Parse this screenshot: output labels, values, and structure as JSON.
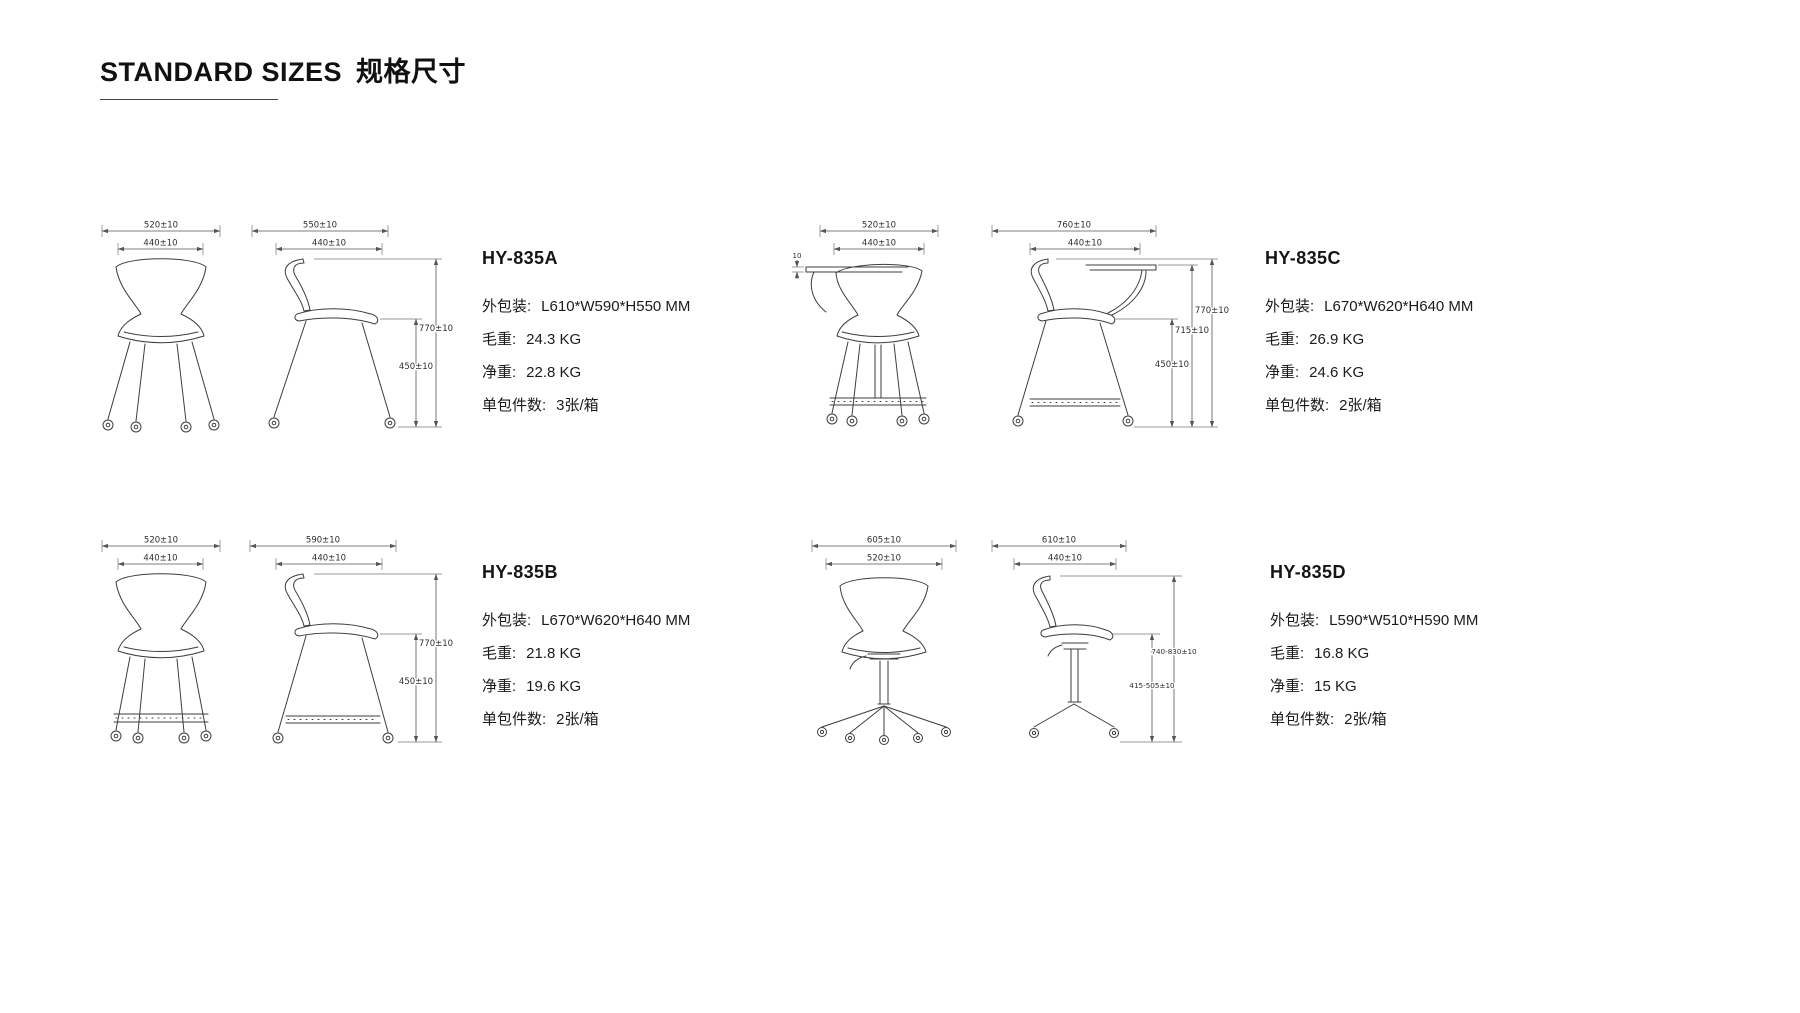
{
  "page": {
    "title_en": "STANDARD SIZES",
    "title_zh": "规格尺寸"
  },
  "labels": {
    "outer": "外包装:",
    "gross": "毛重:",
    "net": "净重:",
    "qty": "单包件数:"
  },
  "products": {
    "a": {
      "model": "HY-835A",
      "outer": "L610*W590*H550 MM",
      "gross": "24.3 KG",
      "net": "22.8 KG",
      "qty": "3张/箱",
      "dims": {
        "front_w": "520±10",
        "front_w_inner": "440±10",
        "side_w": "550±10",
        "side_w_inner": "440±10",
        "h_total": "770±10",
        "h_seat": "450±10"
      }
    },
    "b": {
      "model": "HY-835B",
      "outer": "L670*W620*H640 MM",
      "gross": "21.8 KG",
      "net": "19.6 KG",
      "qty": "2张/箱",
      "dims": {
        "front_w": "520±10",
        "front_w_inner": "440±10",
        "side_w": "590±10",
        "side_w_inner": "440±10",
        "h_total": "770±10",
        "h_seat": "450±10"
      }
    },
    "c": {
      "model": "HY-835C",
      "outer": "L670*W620*H640 MM",
      "gross": "26.9 KG",
      "net": "24.6 KG",
      "qty": "2张/箱",
      "dims": {
        "front_w": "520±10",
        "front_w_inner": "440±10",
        "tablet_offset": "10",
        "side_w": "760±10",
        "side_w_inner": "440±10",
        "h_total": "770±10",
        "h_tablet": "715±10",
        "h_seat": "450±10"
      }
    },
    "d": {
      "model": "HY-835D",
      "outer": "L590*W510*H590 MM",
      "gross": "16.8 KG",
      "net": "15 KG",
      "qty": "2张/箱",
      "dims": {
        "front_w": "605±10",
        "front_w_inner": "520±10",
        "side_w": "610±10",
        "side_w_inner": "440±10",
        "h_total": "740-830±10",
        "h_seat": "415-505±10"
      }
    }
  }
}
